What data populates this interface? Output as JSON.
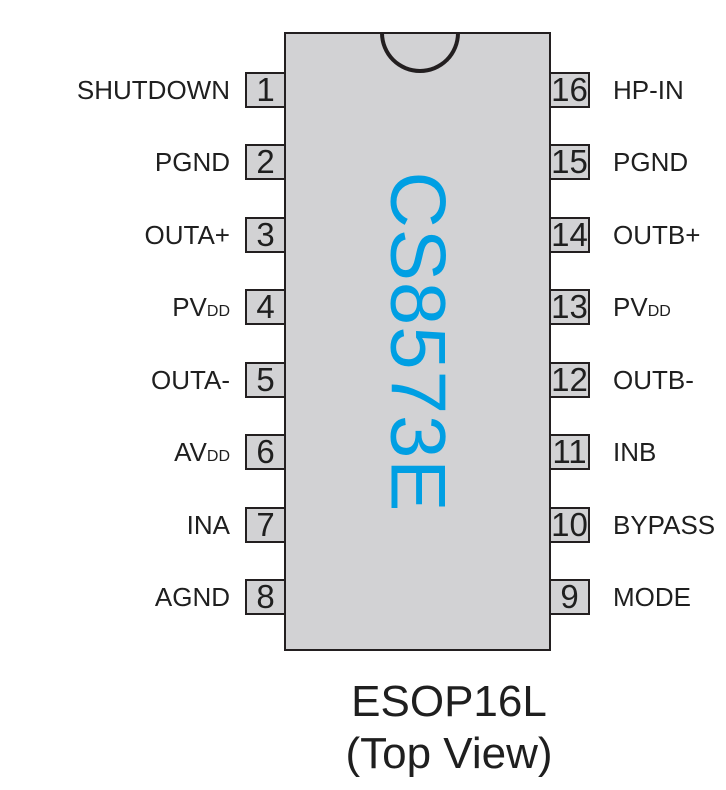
{
  "chip": {
    "part_number": "CS8573E",
    "part_number_color": "#009FE3",
    "body_fill": "#D2D2D4",
    "outline_color": "#231F20"
  },
  "package": {
    "name": "ESOP16L",
    "view": "(Top View)"
  },
  "pins": {
    "left": [
      {
        "number": "1",
        "label": "SHUTDOWN",
        "sub": ""
      },
      {
        "number": "2",
        "label": "PGND",
        "sub": ""
      },
      {
        "number": "3",
        "label": "OUTA+",
        "sub": ""
      },
      {
        "number": "4",
        "label": "PV",
        "sub": "DD"
      },
      {
        "number": "5",
        "label": "OUTA-",
        "sub": ""
      },
      {
        "number": "6",
        "label": "AV",
        "sub": "DD"
      },
      {
        "number": "7",
        "label": "INA",
        "sub": ""
      },
      {
        "number": "8",
        "label": "AGND",
        "sub": ""
      }
    ],
    "right": [
      {
        "number": "16",
        "label": "HP-IN",
        "sub": ""
      },
      {
        "number": "15",
        "label": "PGND",
        "sub": ""
      },
      {
        "number": "14",
        "label": "OUTB+",
        "sub": ""
      },
      {
        "number": "13",
        "label": "PV",
        "sub": "DD"
      },
      {
        "number": "12",
        "label": "OUTB-",
        "sub": ""
      },
      {
        "number": "11",
        "label": "INB",
        "sub": ""
      },
      {
        "number": "10",
        "label": "BYPASS",
        "sub": ""
      },
      {
        "number": "9",
        "label": "MODE",
        "sub": ""
      }
    ]
  }
}
